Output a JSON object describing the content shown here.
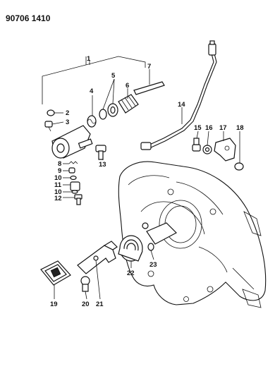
{
  "diagram_code": "90706 1410",
  "callouts": [
    {
      "id": "1",
      "label": "1"
    },
    {
      "id": "2",
      "label": "2"
    },
    {
      "id": "3",
      "label": "3"
    },
    {
      "id": "4",
      "label": "4"
    },
    {
      "id": "5",
      "label": "5"
    },
    {
      "id": "6",
      "label": "6"
    },
    {
      "id": "7",
      "label": "7"
    },
    {
      "id": "8",
      "label": "8"
    },
    {
      "id": "9",
      "label": "9"
    },
    {
      "id": "10a",
      "label": "10"
    },
    {
      "id": "11",
      "label": "11"
    },
    {
      "id": "10b",
      "label": "10"
    },
    {
      "id": "12",
      "label": "12"
    },
    {
      "id": "13",
      "label": "13"
    },
    {
      "id": "14",
      "label": "14"
    },
    {
      "id": "15",
      "label": "15"
    },
    {
      "id": "16",
      "label": "16"
    },
    {
      "id": "17",
      "label": "17"
    },
    {
      "id": "18",
      "label": "18"
    },
    {
      "id": "19",
      "label": "19"
    },
    {
      "id": "20",
      "label": "20"
    },
    {
      "id": "21",
      "label": "21"
    },
    {
      "id": "22",
      "label": "22"
    },
    {
      "id": "23",
      "label": "23"
    }
  ]
}
